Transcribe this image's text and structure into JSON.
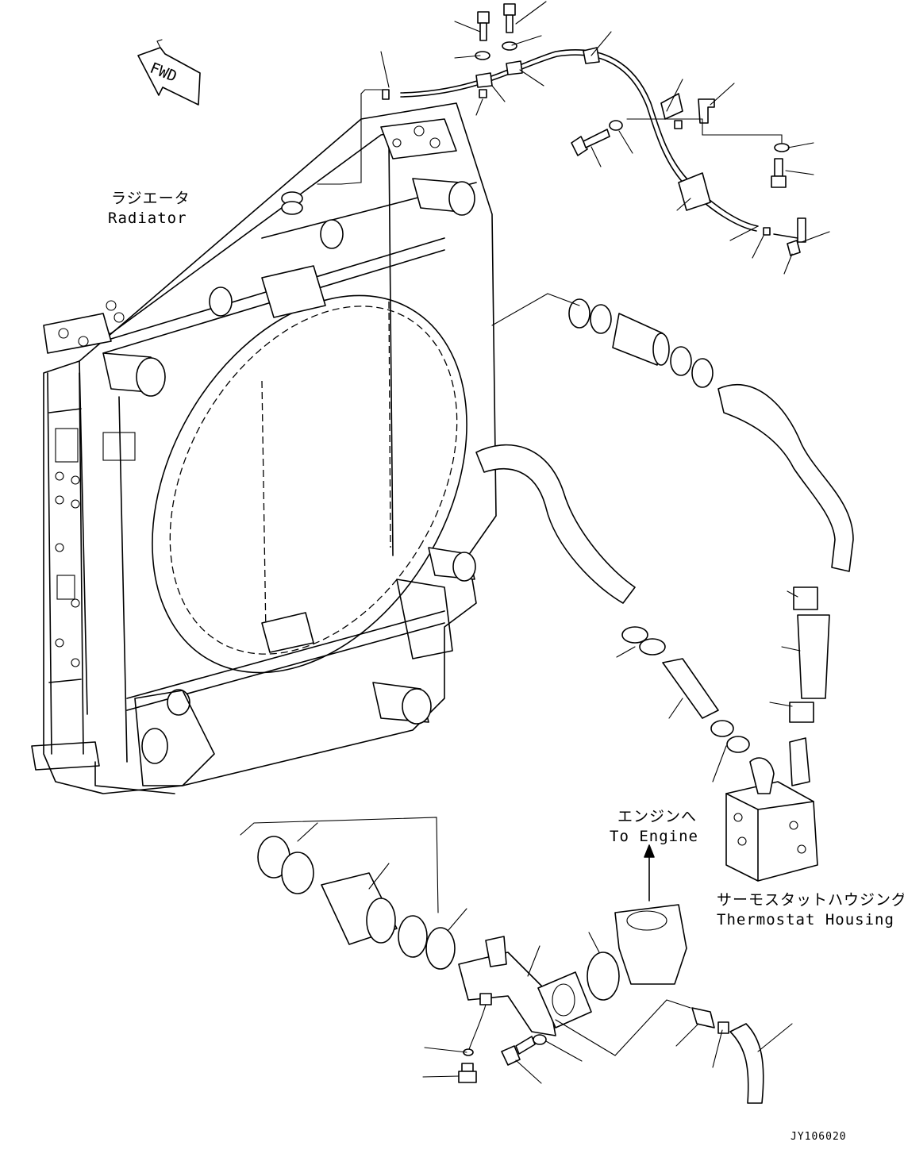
{
  "direction_marker": {
    "text": "FWD"
  },
  "labels": {
    "radiator_jp": "ラジエータ",
    "radiator_en": "Radiator",
    "to_engine_jp": "エンジンへ",
    "to_engine_en": "To Engine",
    "thermostat_jp": "サーモスタットハウジング",
    "thermostat_en": "Thermostat Housing"
  },
  "drawing_code": "JY106020"
}
